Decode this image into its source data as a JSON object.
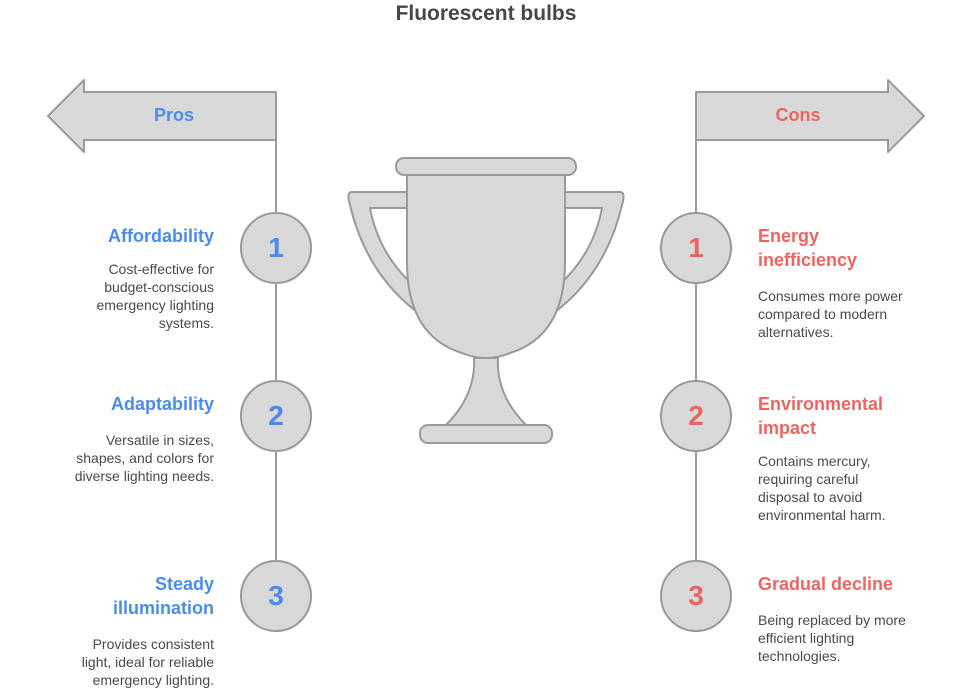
{
  "title": "Fluorescent bulbs",
  "colors": {
    "pros": "#4a8bf0",
    "cons": "#ef6461",
    "shape_fill": "#d9d9d9",
    "shape_stroke": "#9a9a9a"
  },
  "center_icon": "trophy-icon",
  "pros": {
    "label": "Pros",
    "items": [
      {
        "number": "1",
        "title": "Affordability",
        "description": "Cost-effective for\nbudget-conscious\nemergency lighting\nsystems."
      },
      {
        "number": "2",
        "title": "Adaptability",
        "description": "Versatile in sizes,\nshapes, and colors for\ndiverse lighting needs."
      },
      {
        "number": "3",
        "title": "Steady\nillumination",
        "description": "Provides consistent\nlight, ideal for reliable\nemergency lighting."
      }
    ]
  },
  "cons": {
    "label": "Cons",
    "items": [
      {
        "number": "1",
        "title": "Energy\ninefficiency",
        "description": "Consumes more power\ncompared to modern\nalternatives."
      },
      {
        "number": "2",
        "title": "Environmental\nimpact",
        "description": "Contains mercury,\nrequiring careful\ndisposal to avoid\nenvironmental harm."
      },
      {
        "number": "3",
        "title": "Gradual decline",
        "description": "Being replaced by more\nefficient lighting\ntechnologies."
      }
    ]
  }
}
